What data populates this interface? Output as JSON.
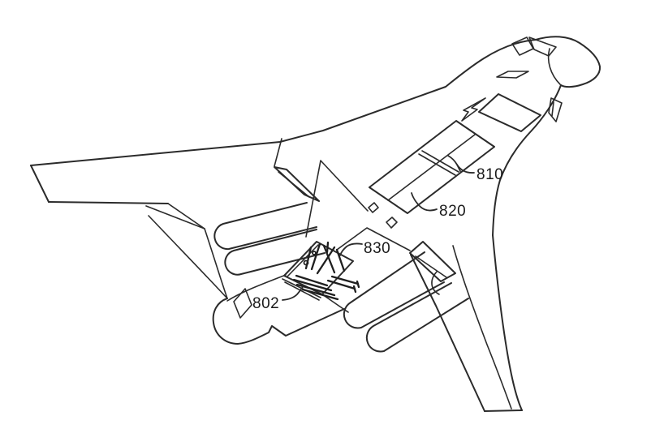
{
  "figure": {
    "kind": "patent-line-drawing",
    "subject": "aircraft-underside-perspective-with-open-weapons-bay",
    "background": "#ffffff",
    "line_color": "#2b2b2b",
    "labels": [
      {
        "text": "810"
      },
      {
        "text": "820"
      },
      {
        "text": "830"
      },
      {
        "text": "802"
      }
    ]
  }
}
